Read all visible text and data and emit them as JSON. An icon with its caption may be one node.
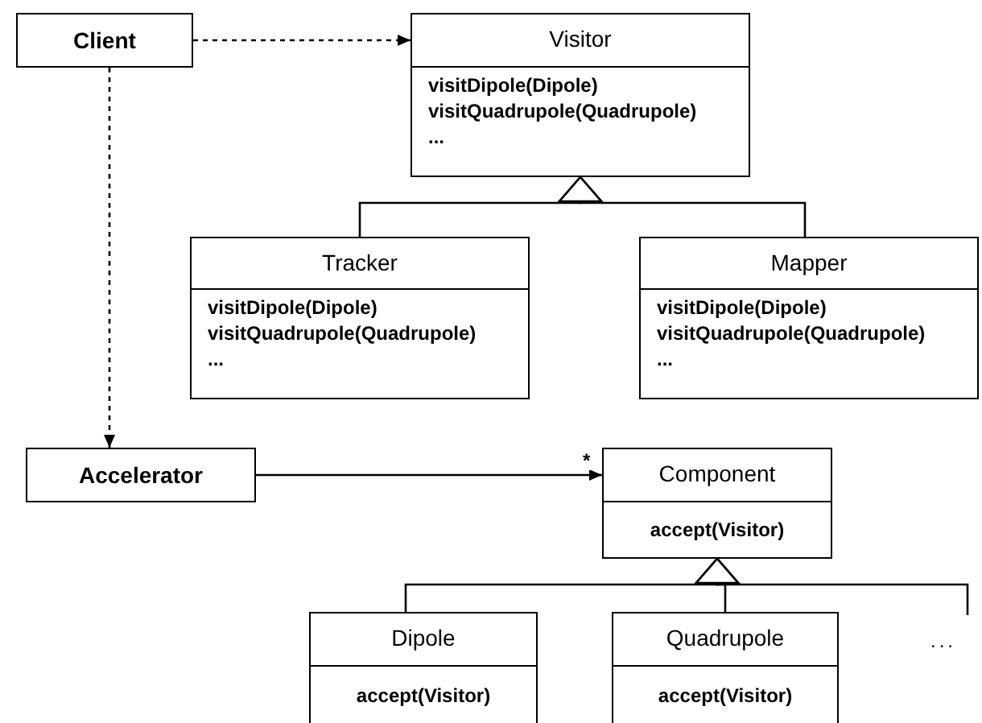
{
  "diagram": {
    "nodes": [
      {
        "text": [
          "Client"
        ]
      },
      {
        "text": [
          "Visitor",
          "visitDipole(Dipole)",
          "visitQuadrupole(Quadrupole)",
          "..."
        ]
      },
      {
        "text": [
          "Tracker",
          "visitDipole(Dipole)",
          "visitQuadrupole(Quadrupole)",
          "..."
        ]
      },
      {
        "text": [
          "Mapper",
          "visitDipole(Dipole)",
          "visitQuadrupole(Quadrupole)",
          "..."
        ]
      },
      {
        "text": [
          "Accelerator"
        ]
      },
      {
        "text": [
          "Component",
          "accept(Visitor)"
        ]
      },
      {
        "text": [
          "Dipole",
          "accept(Visitor)"
        ]
      },
      {
        "text": [
          "Quadrupole",
          "accept(Visitor)"
        ]
      }
    ],
    "edges": [
      {
        "from": 0,
        "to": 1,
        "arrow": "to",
        "style": "dashed"
      },
      {
        "from": 0,
        "to": 4,
        "arrow": "to",
        "style": "dashed"
      },
      {
        "from": 2,
        "to": 1,
        "arrow": "to"
      },
      {
        "from": 3,
        "to": 1,
        "arrow": "to"
      },
      {
        "from": 4,
        "to": 5,
        "arrow": "to",
        "label": "*"
      },
      {
        "from": 6,
        "to": 5,
        "arrow": "to"
      },
      {
        "from": 7,
        "to": 5,
        "arrow": "to"
      },
      {
        "from": null,
        "to": 5,
        "arrow": "to"
      }
    ],
    "labels": [
      "..."
    ]
  }
}
